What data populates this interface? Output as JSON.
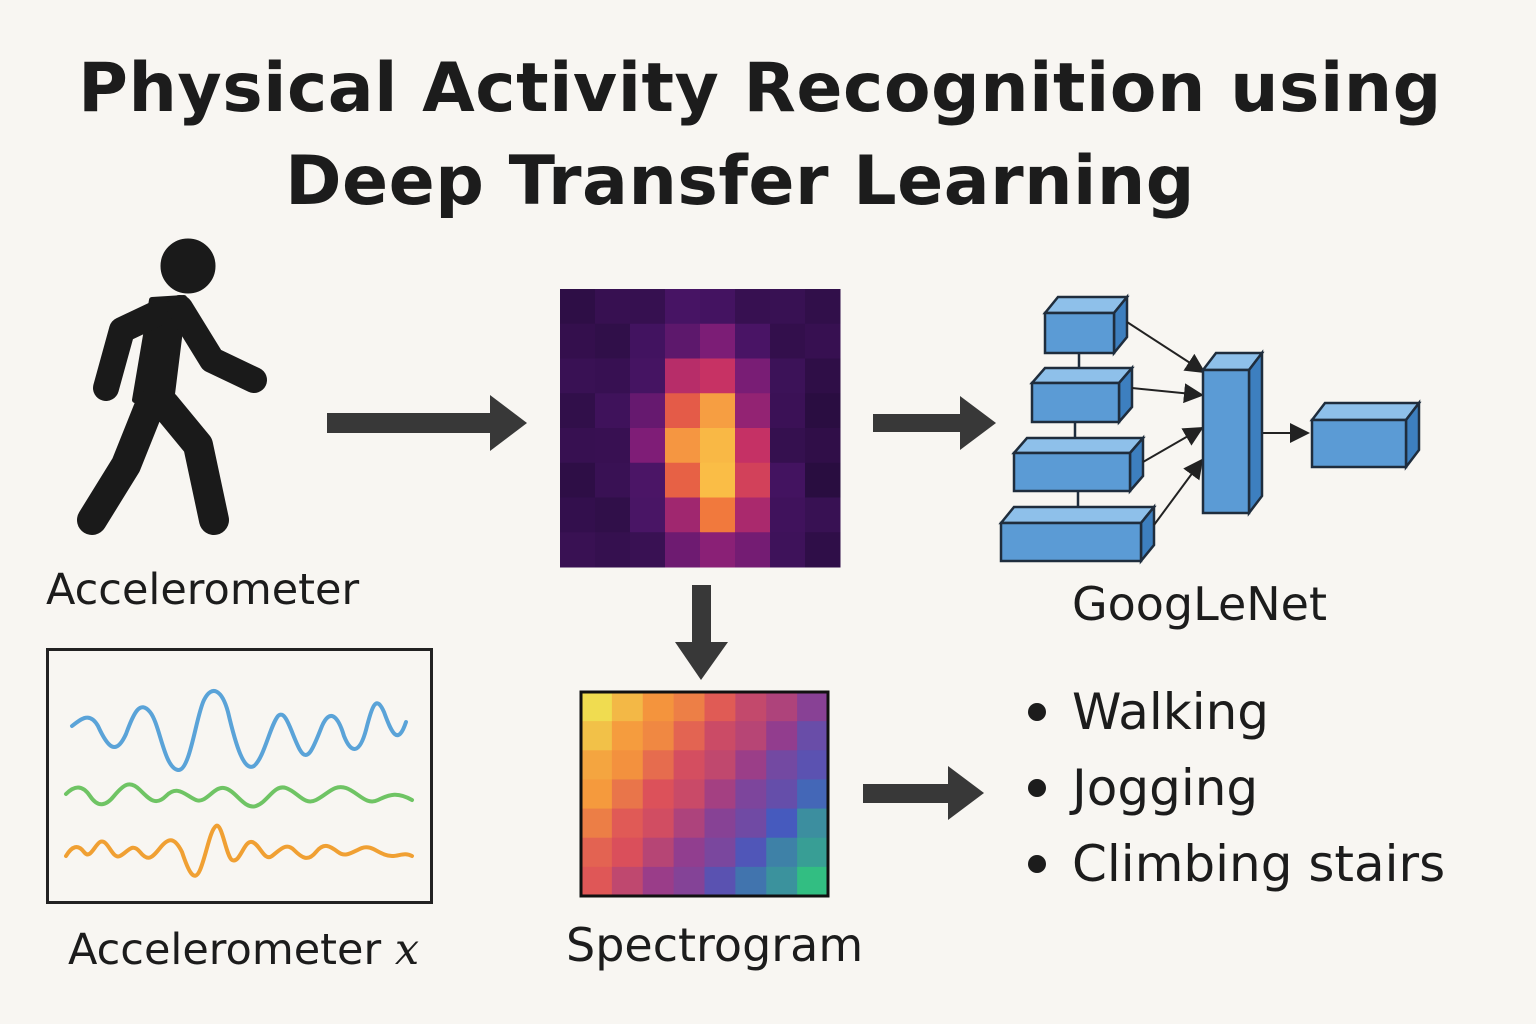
{
  "title": {
    "line1": "Physical Activity Recognition using",
    "line2": "Deep Transfer Learning"
  },
  "labels": {
    "accelerometer": "Accelerometer",
    "accelerometer_x_prefix": "Accelerometer ",
    "accelerometer_x_var": "x",
    "spectrogram": "Spectrogram",
    "network": "GoogLeNet"
  },
  "activities": [
    "Walking",
    "Jogging",
    "Climbing stairs"
  ],
  "icons": {
    "person": "walking-person-icon",
    "arrow": "arrow-right-icon"
  },
  "colors": {
    "background": "#f8f6f2",
    "arrow": "#383838",
    "block_fill": "#5b9bd5",
    "block_stroke": "#1f2d3d",
    "wave_blue": "#5aa3d8",
    "wave_green": "#6fc464",
    "wave_orange": "#f0a033"
  }
}
